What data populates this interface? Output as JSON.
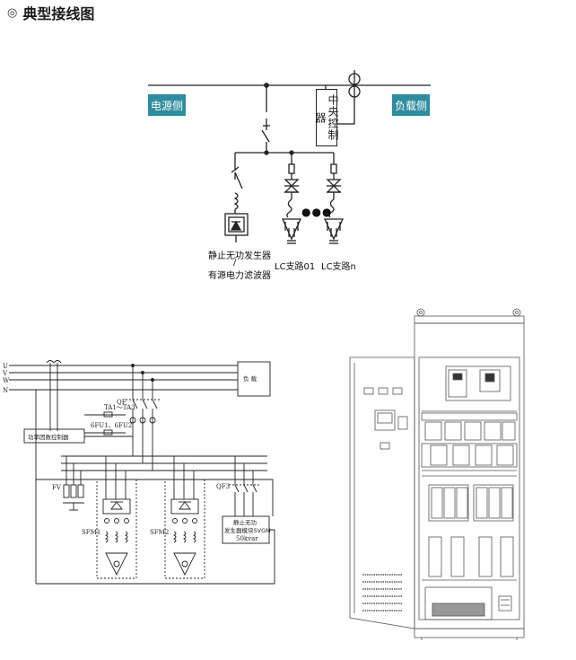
{
  "heading": {
    "icon": "bullseye-icon",
    "text": "典型接线图"
  },
  "top_diagram": {
    "source_side": "电源侧",
    "load_side": "负载侧",
    "controller": "中央控制器",
    "svg_label_line1": "静止无功发生器",
    "svg_label_line2": "/",
    "svg_label_line3": "有源电力滤波器",
    "branch1": "LC支路01",
    "branchn": "LC支路n",
    "dots": "●●●"
  },
  "schematic": {
    "phases": [
      "U",
      "V",
      "W",
      "N"
    ],
    "load": "负 载",
    "qf": "QF",
    "ta": "TA1～TA3",
    "fu": "6FU1、6FU2",
    "pf_controller": "功率因数控制器",
    "fv": "FV",
    "sfm1": "SFM1",
    "sfm2": "SFM2",
    "qf3": "QF3",
    "svg_module_line1": "静止无功",
    "svg_module_line2": "发生器模块SVGM",
    "svg_module_line3": "50kvar"
  },
  "colors": {
    "teal": "#2d8c9e",
    "line": "#222222"
  }
}
